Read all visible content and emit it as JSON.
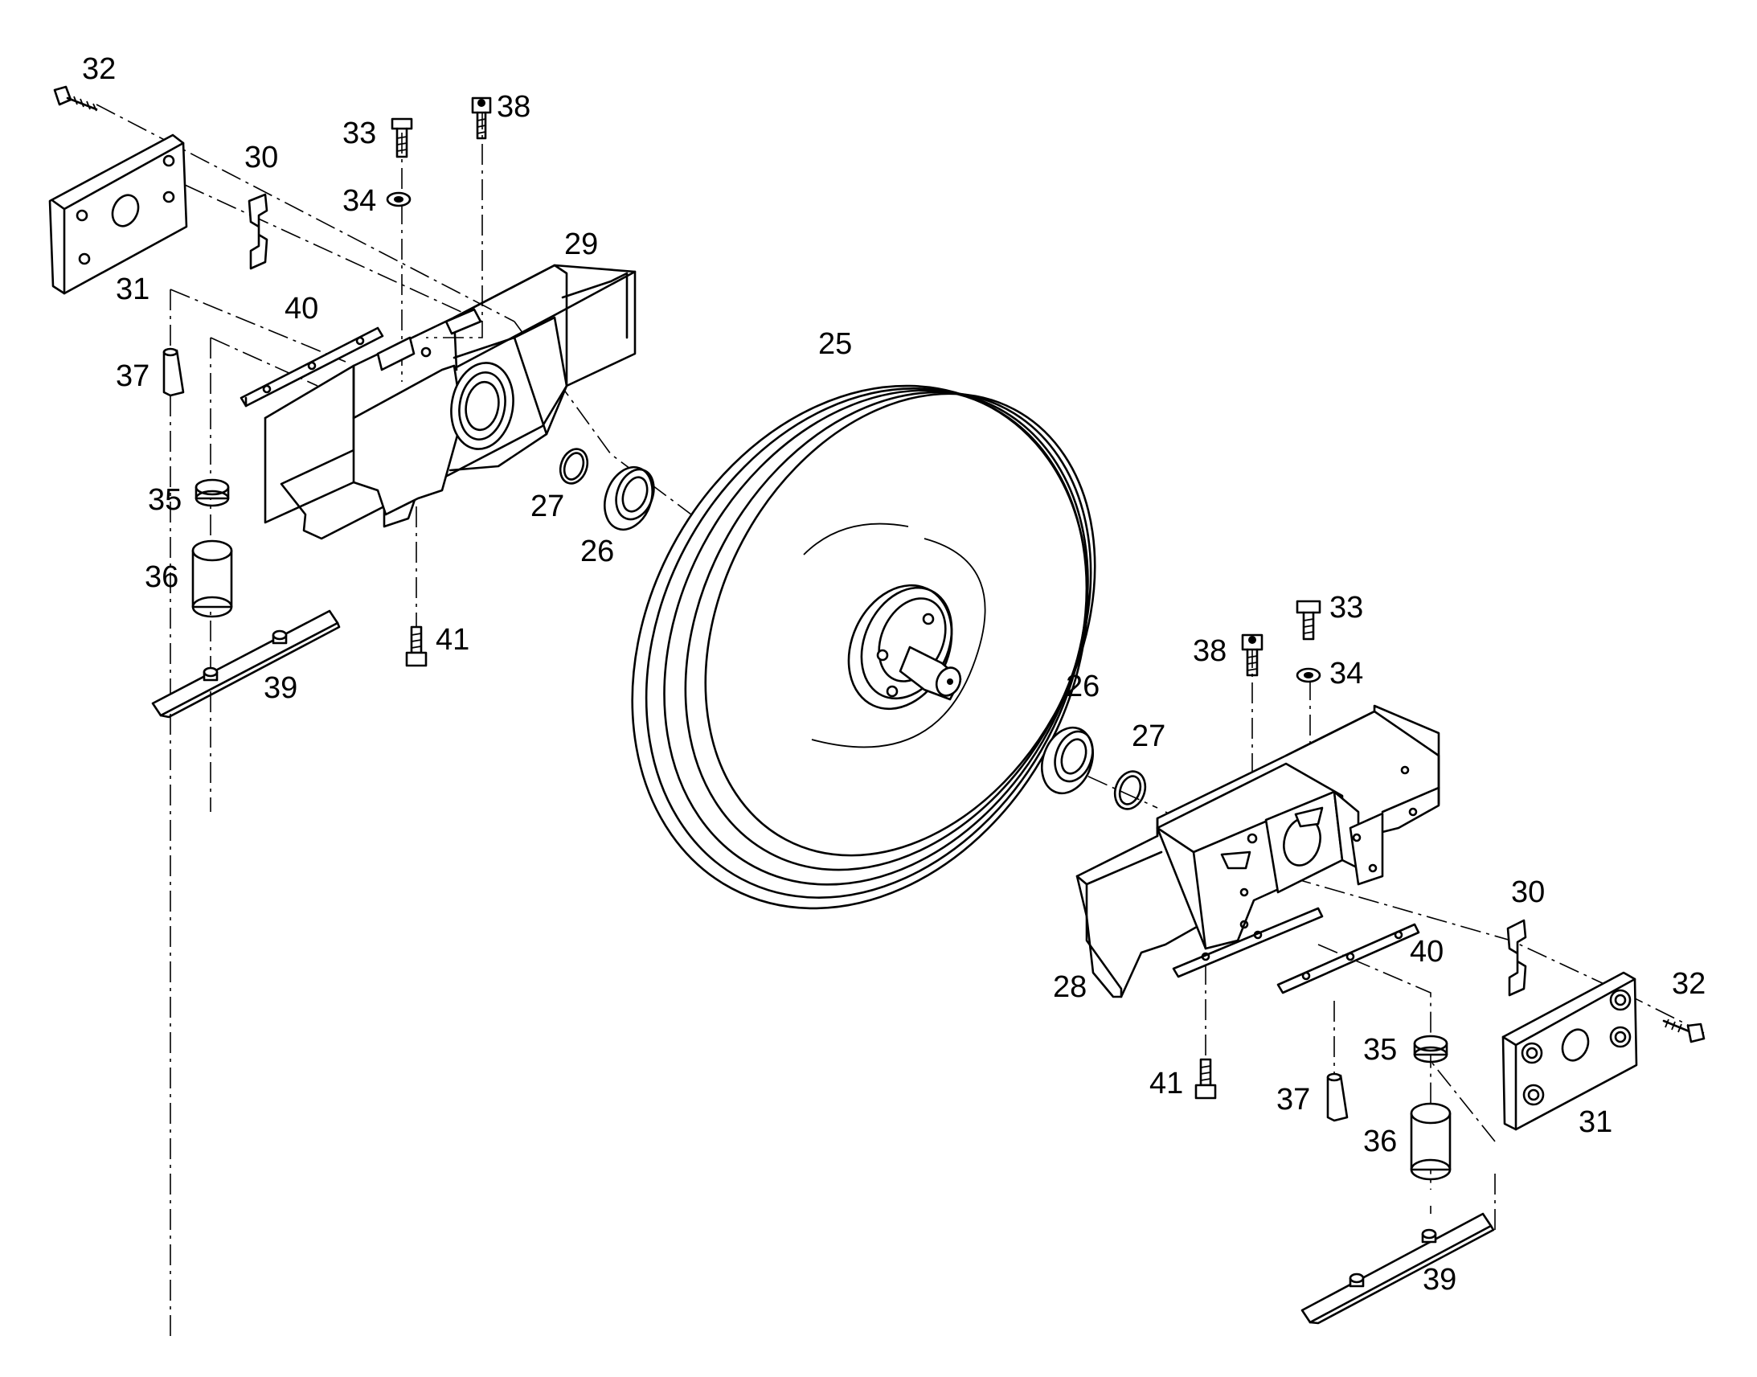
{
  "diagram": {
    "type": "exploded-parts-view",
    "line_color": "#000000",
    "background": "#ffffff",
    "callouts": {
      "l32": "32",
      "l33": "33",
      "l38": "38",
      "l30": "30",
      "l34": "34",
      "l29": "29",
      "l31": "31",
      "l40": "40",
      "l37": "37",
      "l25": "25",
      "l35": "35",
      "l27": "27",
      "l36": "36",
      "l26": "26",
      "l41": "41",
      "l39": "39",
      "r33": "33",
      "r38": "38",
      "r34": "34",
      "r26": "26",
      "r27": "27",
      "r30": "30",
      "r40": "40",
      "r28": "28",
      "r32": "32",
      "r35": "35",
      "r41": "41",
      "r37": "37",
      "r31": "31",
      "r36": "36",
      "r39": "39"
    }
  }
}
